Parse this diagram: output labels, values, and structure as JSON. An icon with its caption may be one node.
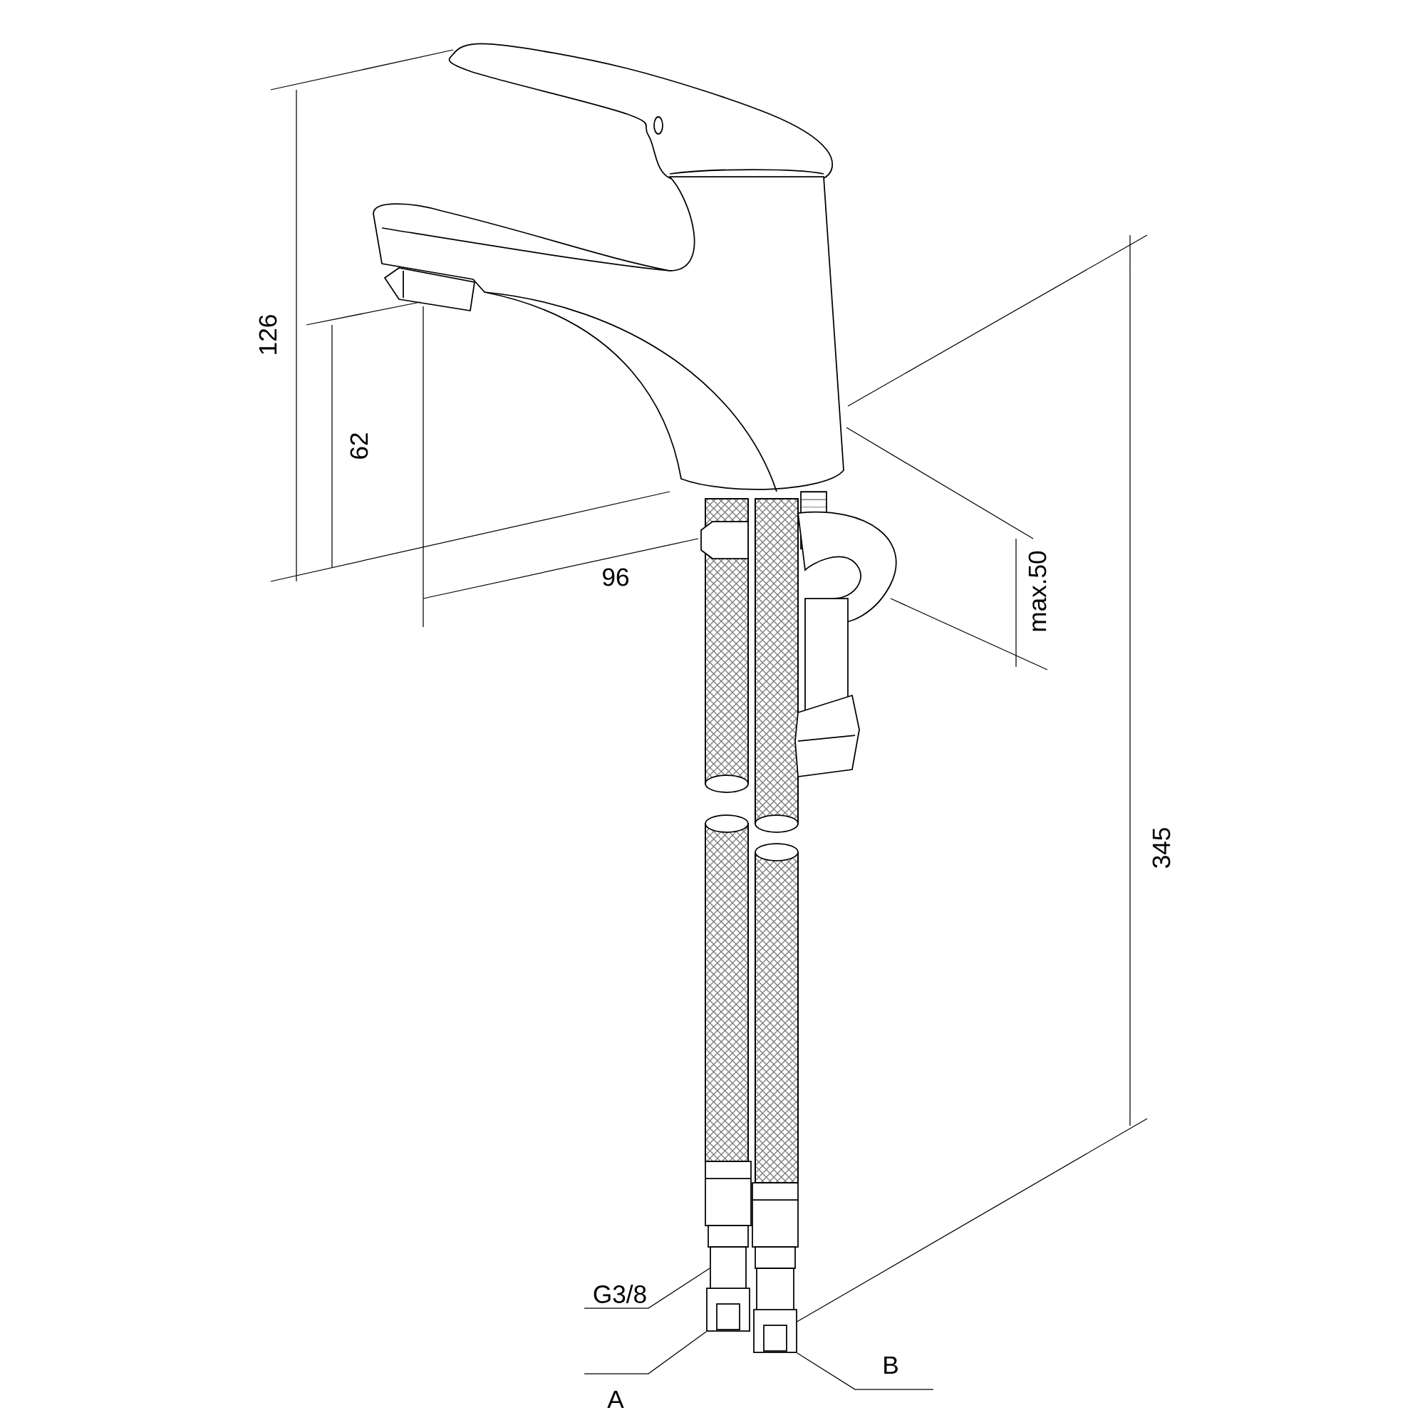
{
  "diagram": {
    "nodes": [
      {
        "text": [
          "G3/8"
        ]
      },
      {
        "text": [
          "A"
        ]
      },
      {
        "text": [
          "B"
        ]
      },
      {
        "text": [],
        "shape": "box"
      },
      {
        "text": [],
        "shape": "box"
      },
      {
        "text": [],
        "shape": "box"
      }
    ],
    "edges": [
      {
        "from": 0,
        "to": 3,
        "arrow": "none"
      },
      {
        "from": 1,
        "to": 4,
        "arrow": "none"
      },
      {
        "from": 2,
        "to": 5,
        "arrow": "none"
      }
    ],
    "labels": [
      "126",
      "62",
      "96",
      "max.50",
      "345"
    ]
  }
}
